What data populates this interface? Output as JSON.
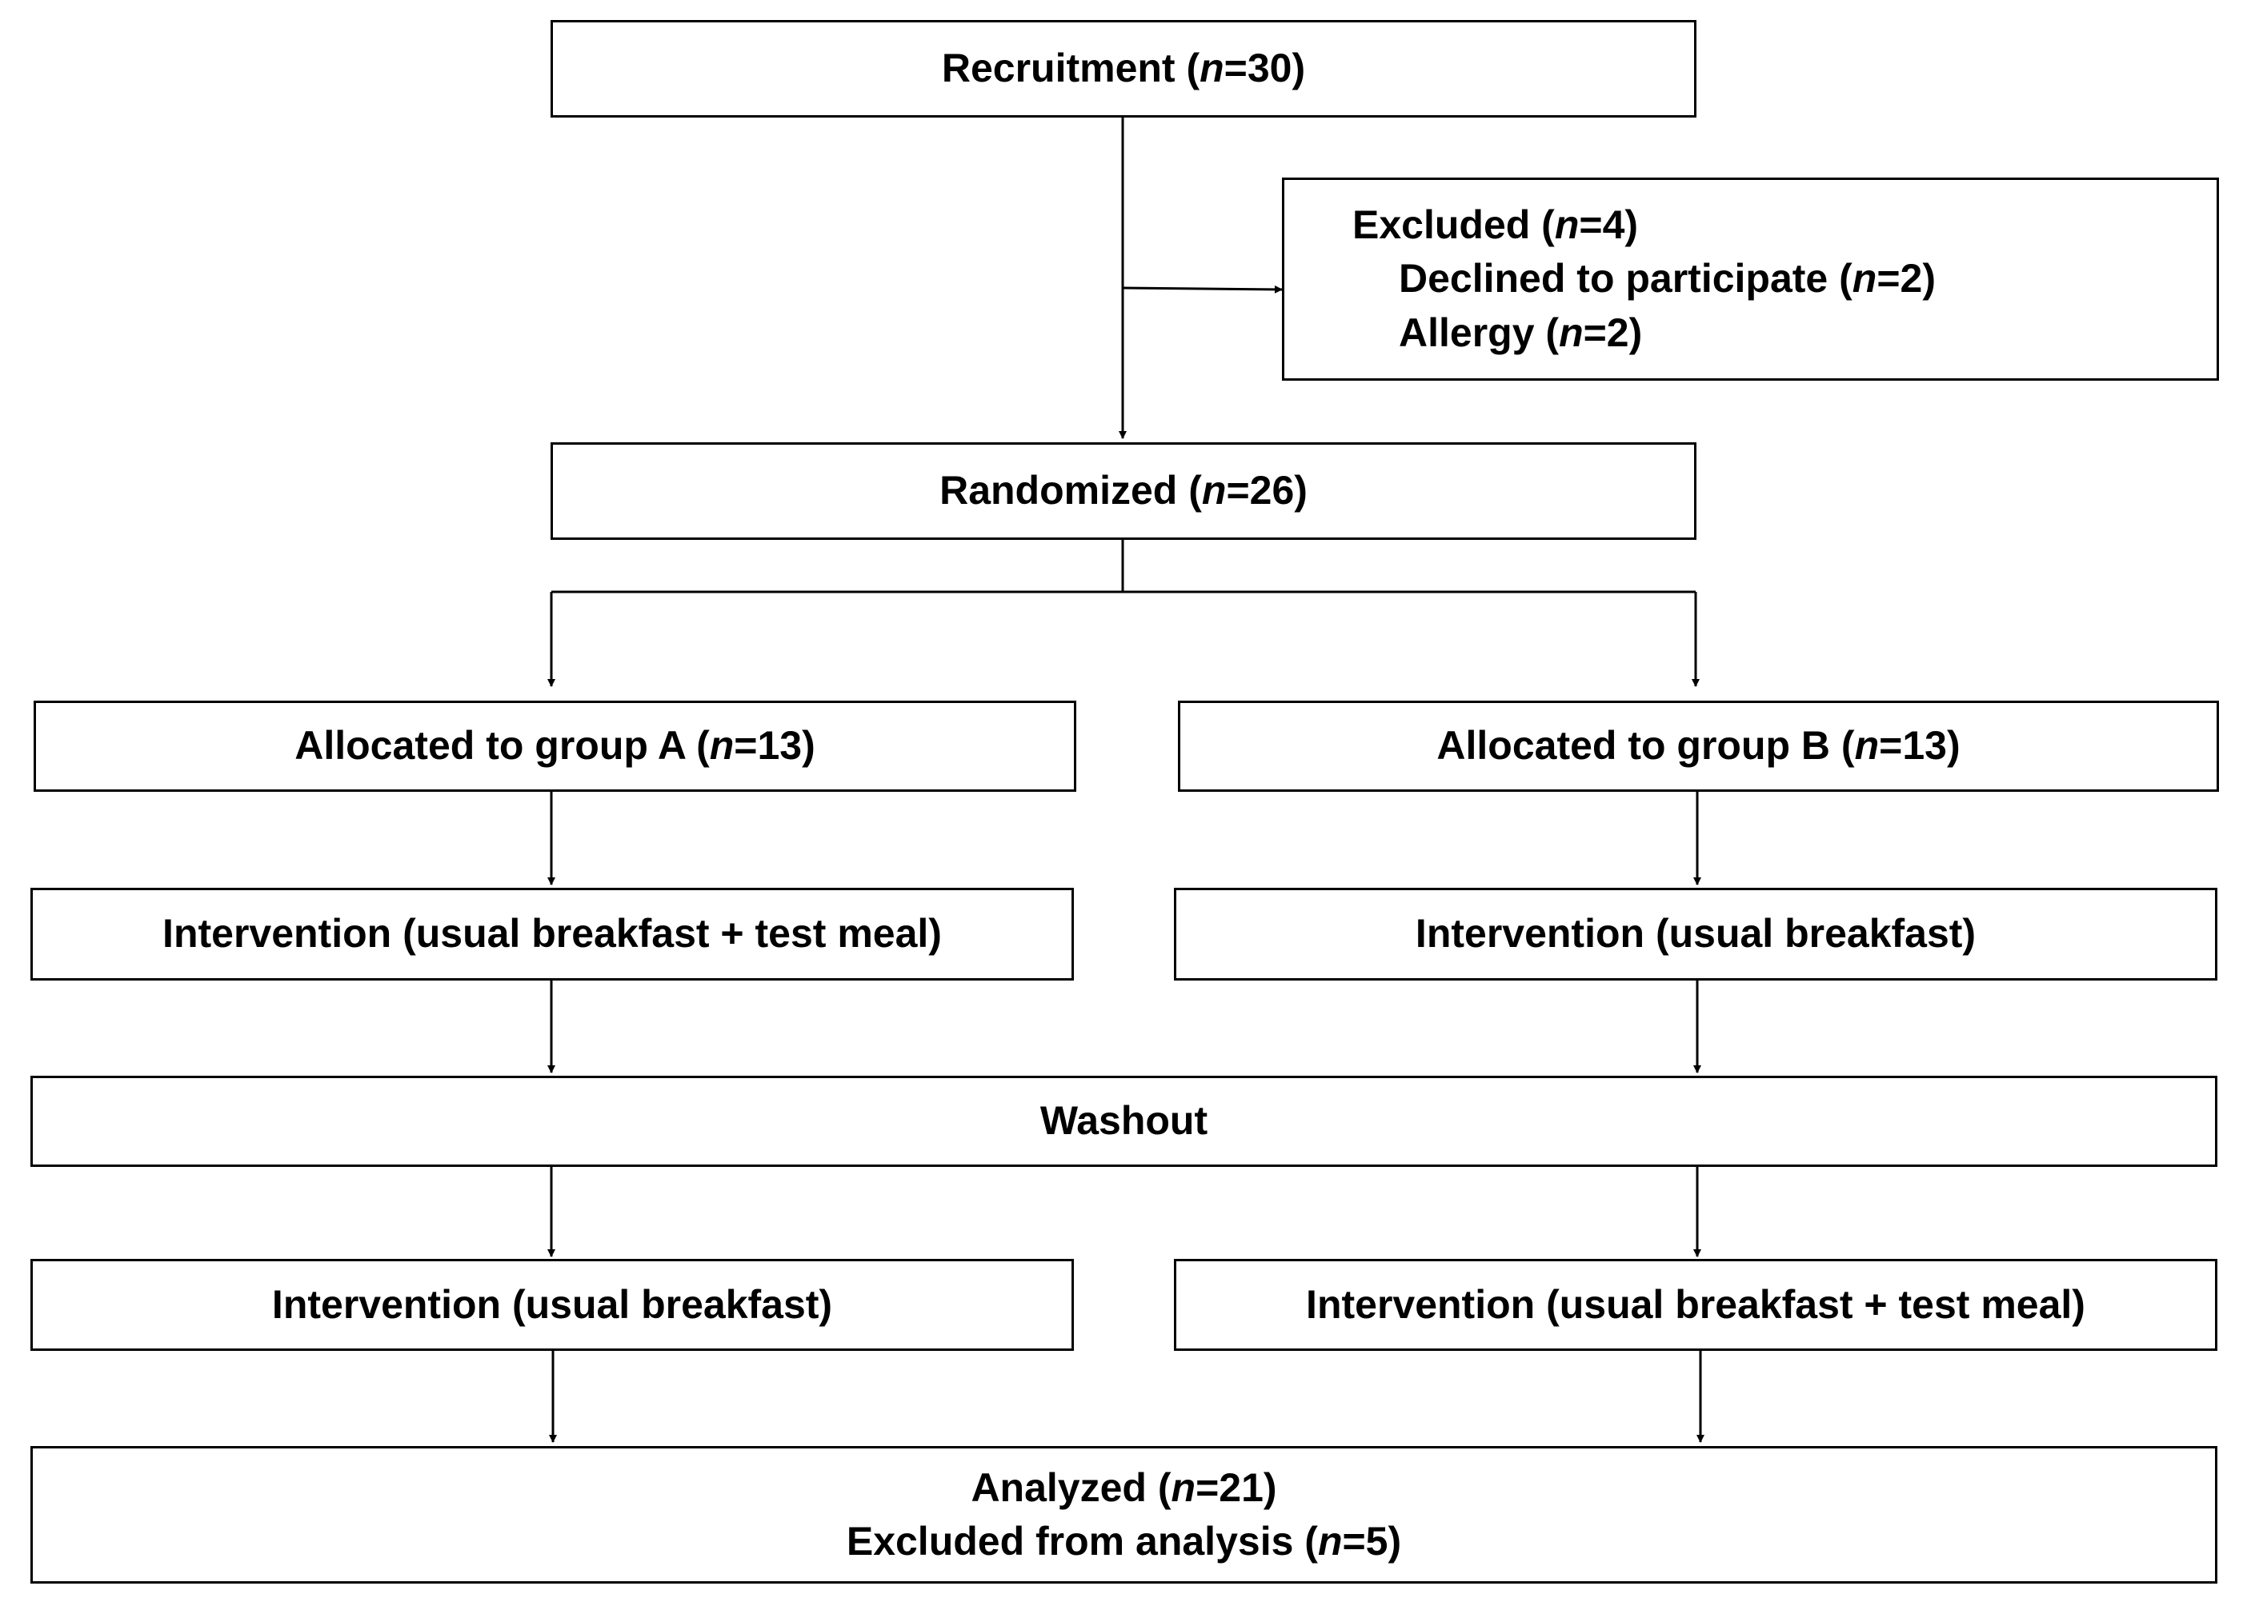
{
  "recruitment": {
    "label": "Recruitment (",
    "n_symbol": "n",
    "n_value": "=30)"
  },
  "excluded": {
    "title": {
      "label": "Excluded (",
      "n_symbol": "n",
      "n_value": "=4)"
    },
    "reasons": [
      {
        "label": "Declined to participate (",
        "n_symbol": "n",
        "n_value": "=2)"
      },
      {
        "label": "Allergy (",
        "n_symbol": "n",
        "n_value": "=2)"
      }
    ]
  },
  "randomized": {
    "label": "Randomized (",
    "n_symbol": "n",
    "n_value": "=26)"
  },
  "group_a": {
    "allocation": {
      "label": "Allocated to group A (",
      "n_symbol": "n",
      "n_value": "=13)"
    },
    "period1": "Intervention (usual breakfast + test meal)",
    "period2": "Intervention (usual breakfast)"
  },
  "group_b": {
    "allocation": {
      "label": "Allocated to group B (",
      "n_symbol": "n",
      "n_value": "=13)"
    },
    "period1": "Intervention (usual breakfast)",
    "period2": "Intervention (usual breakfast + test meal)"
  },
  "washout": "Washout",
  "analyzed": {
    "main": {
      "label": "Analyzed (",
      "n_symbol": "n",
      "n_value": "=21)"
    },
    "excluded": {
      "label": "Excluded from analysis (",
      "n_symbol": "n",
      "n_value": "=5)"
    }
  }
}
